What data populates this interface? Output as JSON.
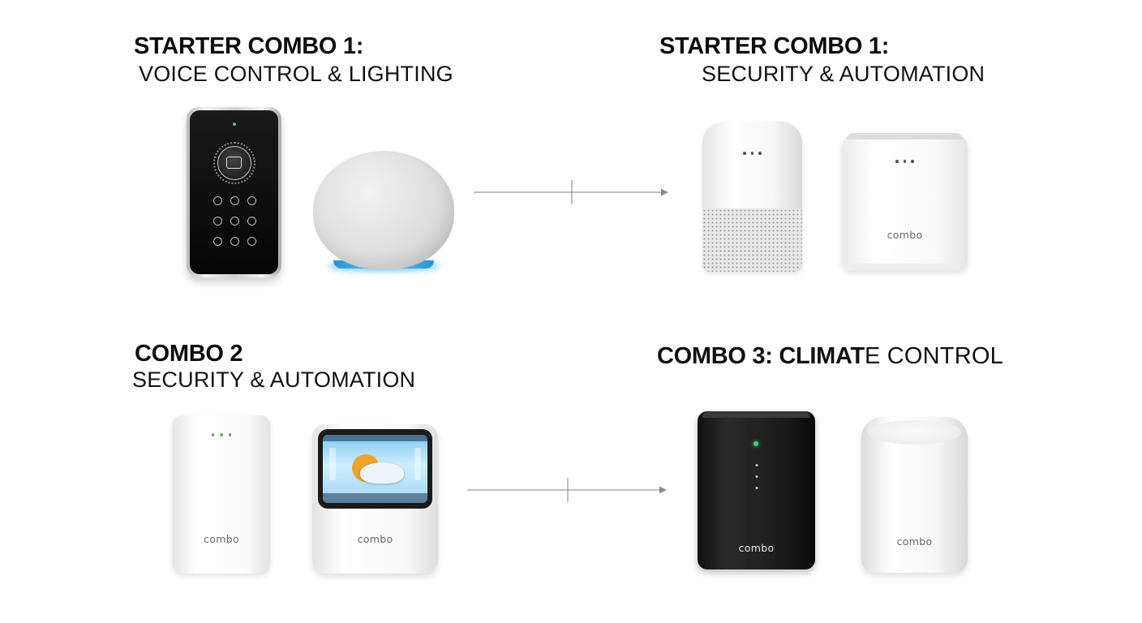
{
  "combos": {
    "top_left": {
      "title": "STARTER COMBO 1:",
      "subtitle": "VOICE CONTROL & LIGHTING"
    },
    "top_right": {
      "title": "STARTER COMBO 1:",
      "subtitle": "SECURITY & AUTOMATION"
    },
    "bottom_left": {
      "title": "COMBO 2",
      "subtitle": "SECURITY & AUTOMATION"
    },
    "bottom_right": {
      "title_bold": "COMBO 3: CLIMAT",
      "title_rest": "E CONTROL"
    }
  },
  "devices": {
    "hub_tr": {
      "brand": "combo"
    },
    "hub_bl": {
      "brand": "combo"
    },
    "screen_bl": {
      "brand": "combo"
    },
    "black_hub_br": {
      "brand": "combo"
    },
    "white_speaker_br": {
      "brand": "combo"
    }
  },
  "colors": {
    "accent_blue_ring": "#3fb6ef",
    "status_green": "#39d46a",
    "arrow_gray": "#9a9a9a"
  }
}
